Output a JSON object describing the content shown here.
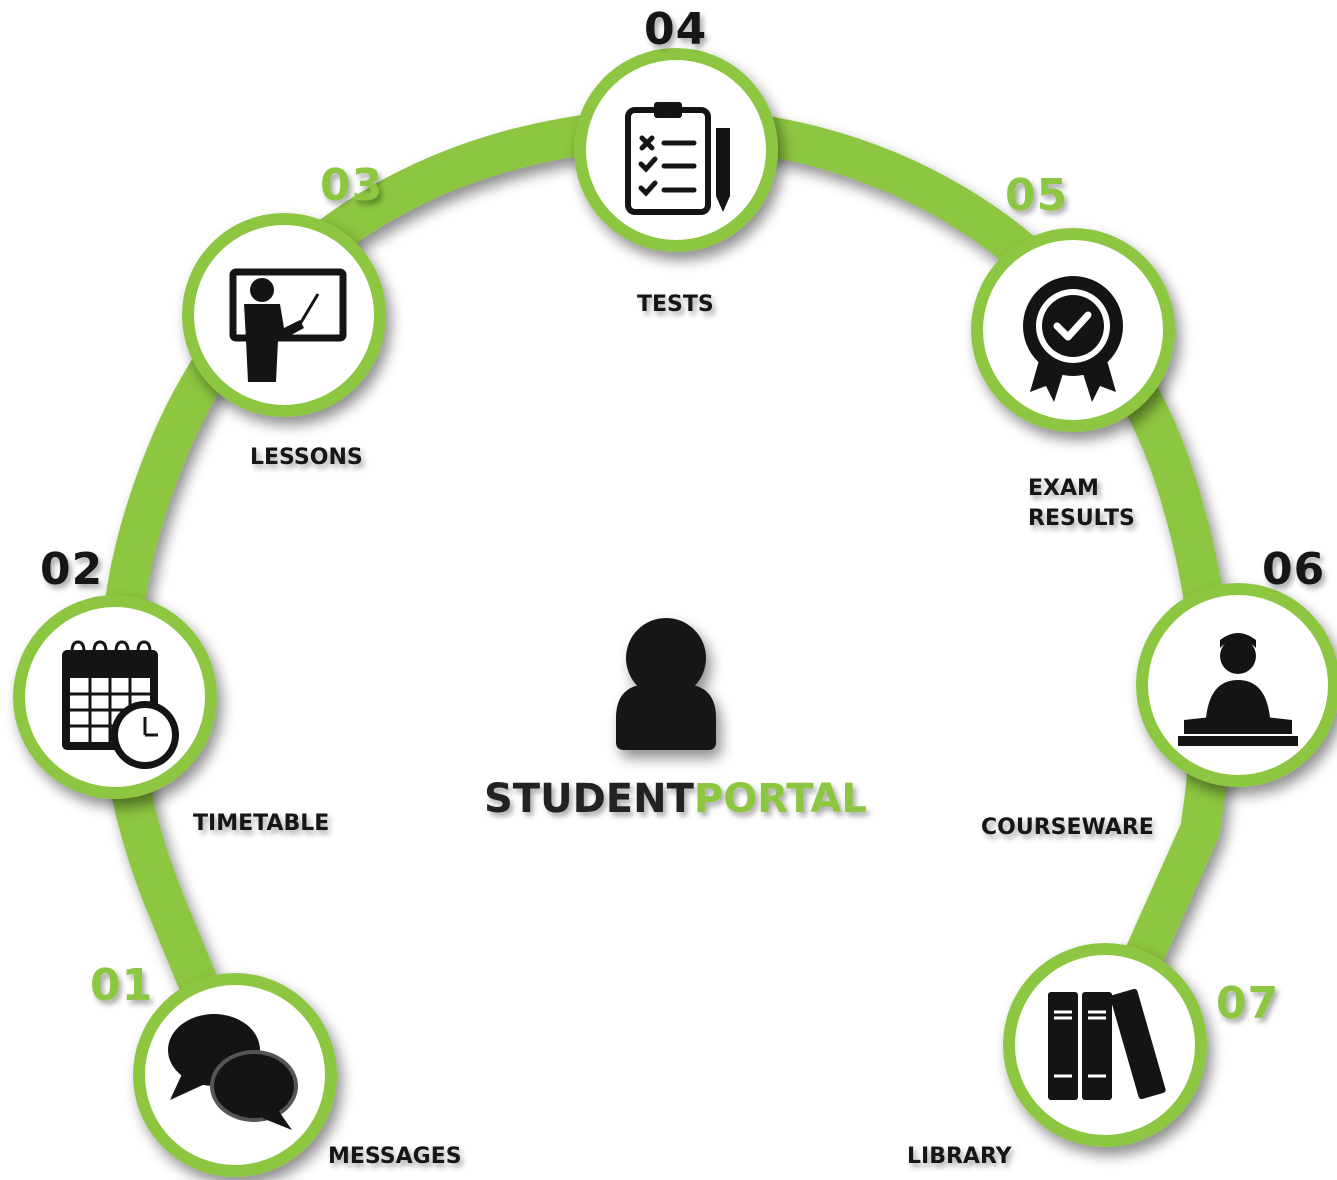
{
  "colors": {
    "accent": "#8dc63f",
    "dark": "#141414",
    "circle_fill": "#ffffff"
  },
  "center": {
    "icon": "user-icon",
    "title_part1": "STUDENT",
    "title_part2": "PORTAL"
  },
  "items": [
    {
      "number": "01",
      "label": "MESSAGES",
      "icon": "chat-bubbles-icon",
      "number_color": "accent"
    },
    {
      "number": "02",
      "label": "TIMETABLE",
      "icon": "calendar-clock-icon",
      "number_color": "dark"
    },
    {
      "number": "03",
      "label": "LESSONS",
      "icon": "teacher-board-icon",
      "number_color": "accent"
    },
    {
      "number": "04",
      "label": "TESTS",
      "icon": "clipboard-checklist-icon",
      "number_color": "dark"
    },
    {
      "number": "05",
      "label_line1": "EXAM",
      "label_line2": "RESULTS",
      "icon": "award-badge-icon",
      "number_color": "accent"
    },
    {
      "number": "06",
      "label": "COURSEWARE",
      "icon": "reader-book-icon",
      "number_color": "dark"
    },
    {
      "number": "07",
      "label": "LIBRARY",
      "icon": "books-icon",
      "number_color": "accent"
    }
  ]
}
